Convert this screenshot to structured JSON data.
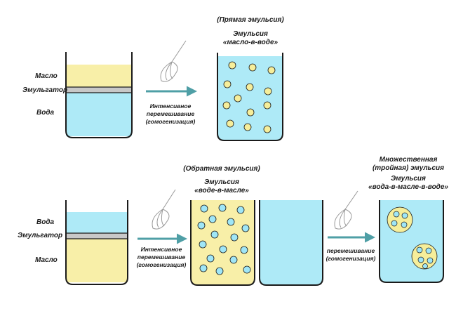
{
  "colors": {
    "oil": "#f8efa8",
    "oil_light": "#fbf6cf",
    "water": "#aeeaf7",
    "water_light": "#d6f5fb",
    "emulsifier": "#c8c8c8",
    "arrow": "#4f9fa6",
    "droplet_yellow": "#f6ee9a",
    "droplet_blue": "#9fe6f7",
    "outline": "#1a1a1a"
  },
  "top_row": {
    "layer_labels": {
      "oil": "Масло",
      "emulsifier": "Эмульгатор",
      "water": "Вода"
    },
    "arrow_caption": [
      "Интенсивное",
      "перемешивание",
      "(гомогенизация)"
    ],
    "type_heading": "(Прямая эмульсия)",
    "emulsion_title": [
      "Эмульсия",
      "«масло-в-воде»"
    ]
  },
  "bottom_row": {
    "layer_labels": {
      "water": "Вода",
      "emulsifier": "Эмульгатор",
      "oil": "Масло"
    },
    "arrow_caption": [
      "Интенсивное",
      "перемешивание",
      "(гомогенизация)"
    ],
    "type_heading": "(Обратная эмульсия)",
    "emulsion_title": [
      "Эмульсия",
      "«воде-в-масле»"
    ],
    "arrow2_caption": [
      "перемешивание",
      "(гомогенизация)"
    ],
    "multiple_heading": [
      "Множественная",
      "(тройная) эмульсия"
    ],
    "multiple_title": [
      "Эмульсия",
      "«вода-в-масле-в-воде»"
    ]
  }
}
